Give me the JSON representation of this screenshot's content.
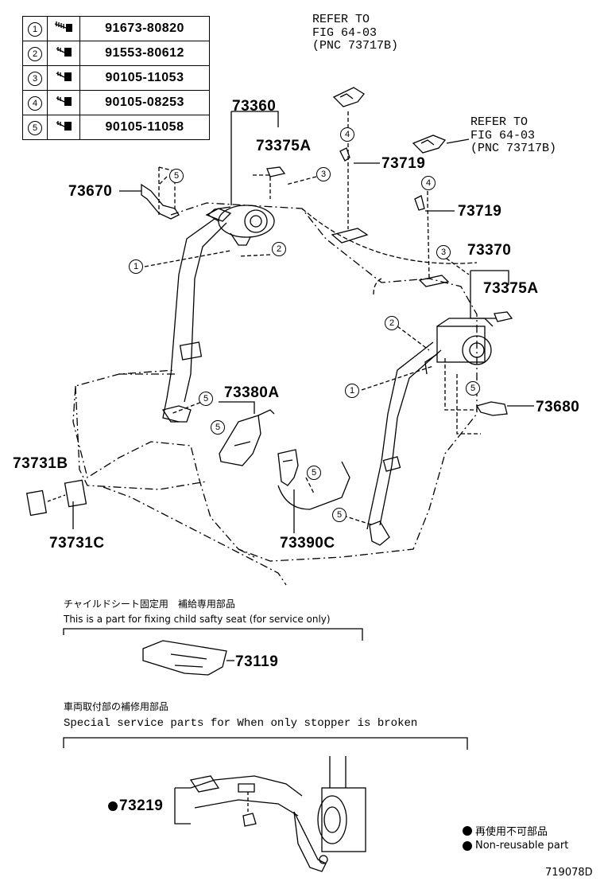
{
  "fasteners": [
    {
      "idx": "1",
      "part_no": "91673-80820"
    },
    {
      "idx": "2",
      "part_no": "91553-80612"
    },
    {
      "idx": "3",
      "part_no": "90105-11053"
    },
    {
      "idx": "4",
      "part_no": "90105-08253"
    },
    {
      "idx": "5",
      "part_no": "90105-11058"
    }
  ],
  "refer_top": [
    "REFER TO",
    "FIG 64-03",
    "(PNC 73717B)"
  ],
  "refer_right": [
    "REFER TO",
    "FIG 64-03",
    "(PNC 73717B)"
  ],
  "labels": {
    "p73360": "73360",
    "p73375A_left": "73375A",
    "p73719_upper": "73719",
    "p73719_lower": "73719",
    "p73670": "73670",
    "p73370": "73370",
    "p73375A_right": "73375A",
    "p73380A": "73380A",
    "p73680": "73680",
    "p73731B": "73731B",
    "p73731C": "73731C",
    "p73390C": "73390C",
    "p73119": "73119",
    "p73219": "73219"
  },
  "callouts": {
    "c5_top": "5",
    "c3_top": "3",
    "c4_top": "4",
    "c1_left": "1",
    "c2_left": "2",
    "c4_right": "4",
    "c3_right": "3",
    "c2_right": "2",
    "c1_right": "1",
    "c5_right": "5",
    "c5_mid": "5",
    "c5_left2": "5",
    "c5_buckle": "5",
    "c5_bottom": "5"
  },
  "child_seat": {
    "jp": "チャイルドシート固定用　補給専用部品",
    "en": "This is a part for fixing child safty seat (for service only)"
  },
  "repair": {
    "jp": "車両取付部の補修用部品",
    "en": "Special   service   parts   for   When   only   stopper   is   broken"
  },
  "legend": {
    "jp": "再使用不可部品",
    "en": "Non-reusable part"
  },
  "figure_id": "719078D"
}
